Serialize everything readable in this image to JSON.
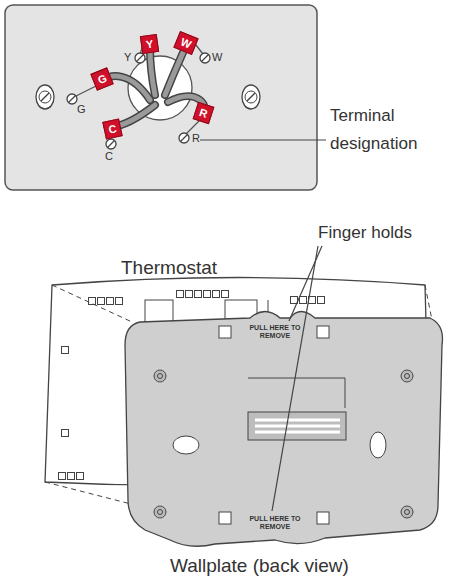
{
  "diagram": {
    "nodes": [
      {
        "text": [
          "W"
        ]
      },
      {
        "text": [
          "Y"
        ]
      },
      {
        "text": [
          "G"
        ]
      },
      {
        "text": [
          "R"
        ]
      },
      {
        "text": [
          "C"
        ]
      }
    ],
    "labels": [
      "Y",
      "W",
      "G",
      "C",
      "R",
      "Terminal designation",
      "Finger holds",
      "Thermostat",
      "PULL HERE TO REMOVE",
      "PULL HERE TO REMOVE",
      "Wallplate (back view)"
    ]
  }
}
